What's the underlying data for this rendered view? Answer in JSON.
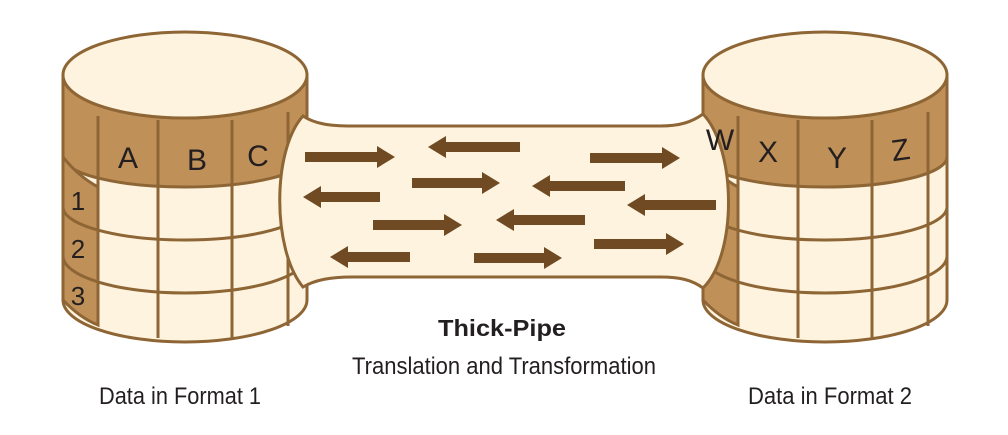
{
  "left_db": {
    "columns": [
      "A",
      "B",
      "C"
    ],
    "rows": [
      "1",
      "2",
      "3"
    ],
    "caption": "Data in Format 1"
  },
  "right_db": {
    "columns": [
      "W",
      "X",
      "Y",
      "Z"
    ],
    "caption": "Data in Format 2"
  },
  "pipe": {
    "title": "Thick-Pipe",
    "subtitle": "Translation and Transformation"
  },
  "colors": {
    "fill": "#fdf3df",
    "band": "#c09059",
    "stroke": "#8e6535",
    "arrow": "#6f4a22",
    "text": "#231f20"
  }
}
